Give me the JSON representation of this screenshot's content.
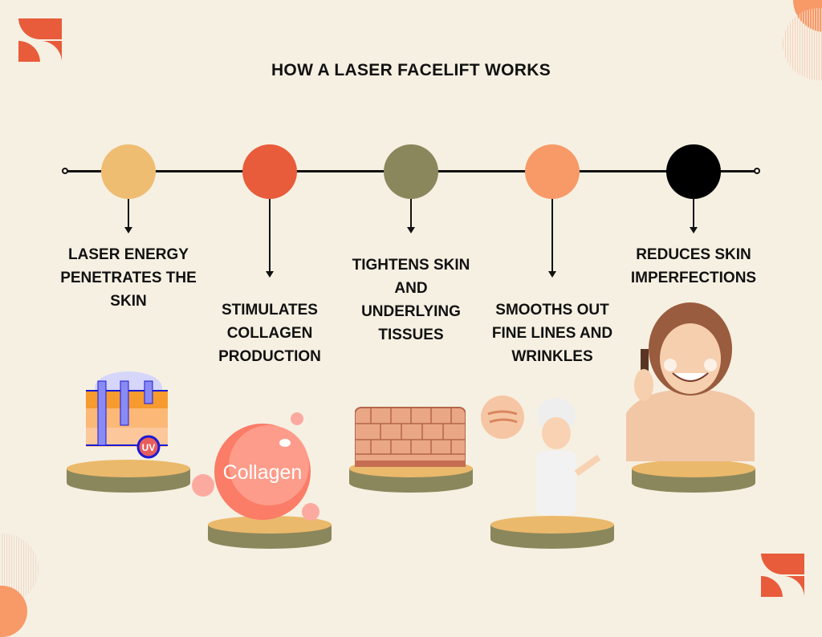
{
  "title": "HOW A LASER FACELIFT WORKS",
  "steps": [
    {
      "label": "LASER ENERGY PENETRATES THE SKIN",
      "color": "#efbd72"
    },
    {
      "label": "STIMULATES COLLAGEN PRODUCTION",
      "color": "#e85c3b"
    },
    {
      "label": "TIGHTENS SKIN AND UNDERLYING TISSUES",
      "color": "#8b875c"
    },
    {
      "label": "SMOOTHS OUT FINE LINES AND WRINKLES",
      "color": "#f79a68"
    },
    {
      "label": "REDUCES SKIN IMPERFECTIONS",
      "color": "#000000"
    }
  ],
  "illustrations": {
    "collagen_text": "Collagen",
    "uv_text": "UV"
  }
}
